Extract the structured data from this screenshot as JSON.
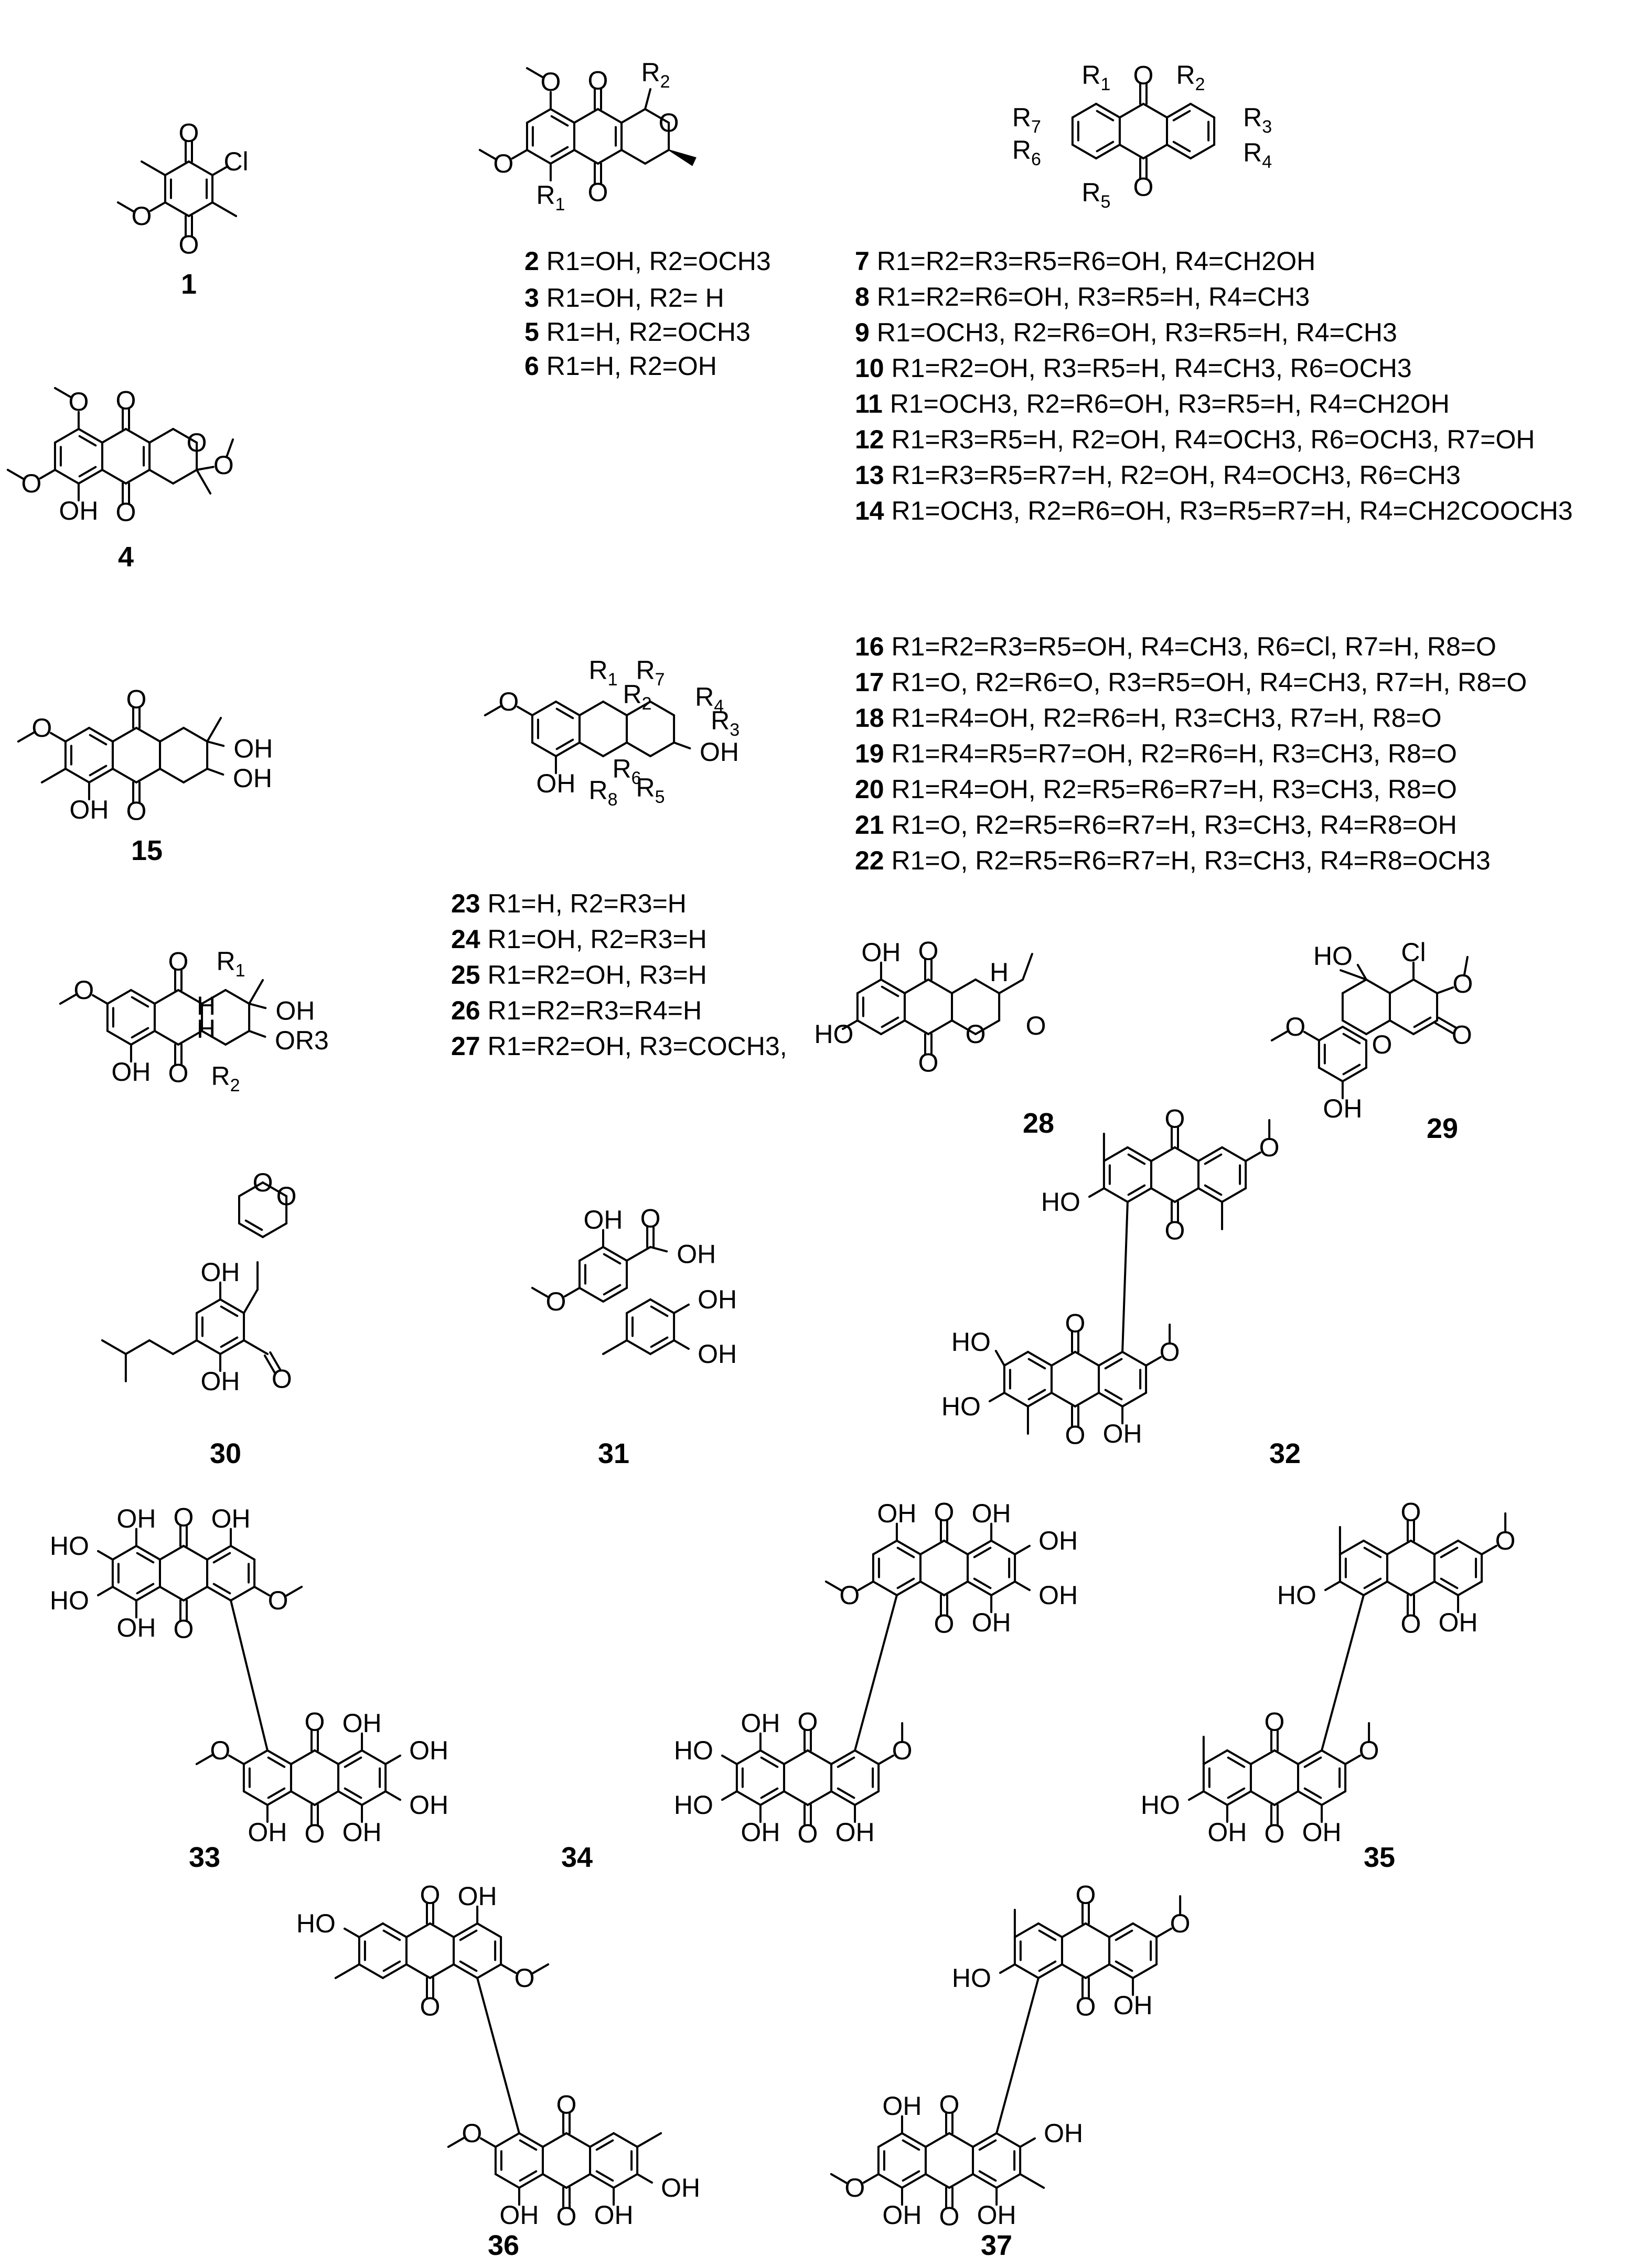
{
  "compounds": [
    {
      "id": "1",
      "substituents": ""
    },
    {
      "id": "2",
      "substituents": "R1=OH, R2=OCH3"
    },
    {
      "id": "3",
      "substituents": "R1=OH, R2= H"
    },
    {
      "id": "4",
      "substituents": ""
    },
    {
      "id": "5",
      "substituents": "R1=H, R2=OCH3"
    },
    {
      "id": "6",
      "substituents": "R1=H, R2=OH"
    },
    {
      "id": "7",
      "substituents": "R1=R2=R3=R5=R6=OH, R4=CH2OH"
    },
    {
      "id": "8",
      "substituents": "R1=R2=R6=OH, R3=R5=H, R4=CH3"
    },
    {
      "id": "9",
      "substituents": "R1=OCH3, R2=R6=OH, R3=R5=H, R4=CH3"
    },
    {
      "id": "10",
      "substituents": "R1=R2=OH, R3=R5=H, R4=CH3, R6=OCH3"
    },
    {
      "id": "11",
      "substituents": "R1=OCH3, R2=R6=OH, R3=R5=H, R4=CH2OH"
    },
    {
      "id": "12",
      "substituents": "R1=R3=R5=H, R2=OH, R4=OCH3, R6=OCH3, R7=OH"
    },
    {
      "id": "13",
      "substituents": "R1=R3=R5=R7=H, R2=OH, R4=OCH3, R6=CH3"
    },
    {
      "id": "14",
      "substituents": "R1=OCH3, R2=R6=OH, R3=R5=R7=H, R4=CH2COOCH3"
    },
    {
      "id": "15",
      "substituents": ""
    },
    {
      "id": "16",
      "substituents": "R1=R2=R3=R5=OH, R4=CH3, R6=Cl, R7=H, R8=O"
    },
    {
      "id": "17",
      "substituents": "R1=O, R2=R6=O, R3=R5=OH, R4=CH3, R7=H, R8=O"
    },
    {
      "id": "18",
      "substituents": "R1=R4=OH, R2=R6=H, R3=CH3, R7=H, R8=O"
    },
    {
      "id": "19",
      "substituents": "R1=R4=R5=R7=OH, R2=R6=H, R3=CH3, R8=O"
    },
    {
      "id": "20",
      "substituents": "R1=R4=OH, R2=R5=R6=R7=H, R3=CH3, R8=O"
    },
    {
      "id": "21",
      "substituents": "R1=O, R2=R5=R6=R7=H, R3=CH3, R4=R8=OH"
    },
    {
      "id": "22",
      "substituents": "R1=O, R2=R5=R6=R7=H, R3=CH3, R4=R8=OCH3"
    },
    {
      "id": "23",
      "substituents": "R1=H, R2=R3=H"
    },
    {
      "id": "24",
      "substituents": "R1=OH, R2=R3=H"
    },
    {
      "id": "25",
      "substituents": "R1=R2=OH, R3=H"
    },
    {
      "id": "26",
      "substituents": "R1=R2=R3=R4=H"
    },
    {
      "id": "27",
      "substituents": "R1=R2=OH, R3=COCH3,"
    },
    {
      "id": "28",
      "substituents": ""
    },
    {
      "id": "29",
      "substituents": ""
    },
    {
      "id": "30",
      "substituents": ""
    },
    {
      "id": "31",
      "substituents": ""
    },
    {
      "id": "32",
      "substituents": ""
    },
    {
      "id": "33",
      "substituents": ""
    },
    {
      "id": "34",
      "substituents": ""
    },
    {
      "id": "35",
      "substituents": ""
    },
    {
      "id": "36",
      "substituents": ""
    },
    {
      "id": "37",
      "substituents": ""
    }
  ],
  "atom_labels": {
    "oxygen": "O",
    "methoxy_o": "O",
    "hydroxyl": "OH",
    "hydroxyl_left": "HO",
    "chlorine": "Cl",
    "hydrogen": "H",
    "r1": "R1",
    "r2": "R2",
    "r3": "R3",
    "r4": "R4",
    "r5": "R5",
    "r6": "R6",
    "r7": "R7",
    "r8": "R8"
  }
}
